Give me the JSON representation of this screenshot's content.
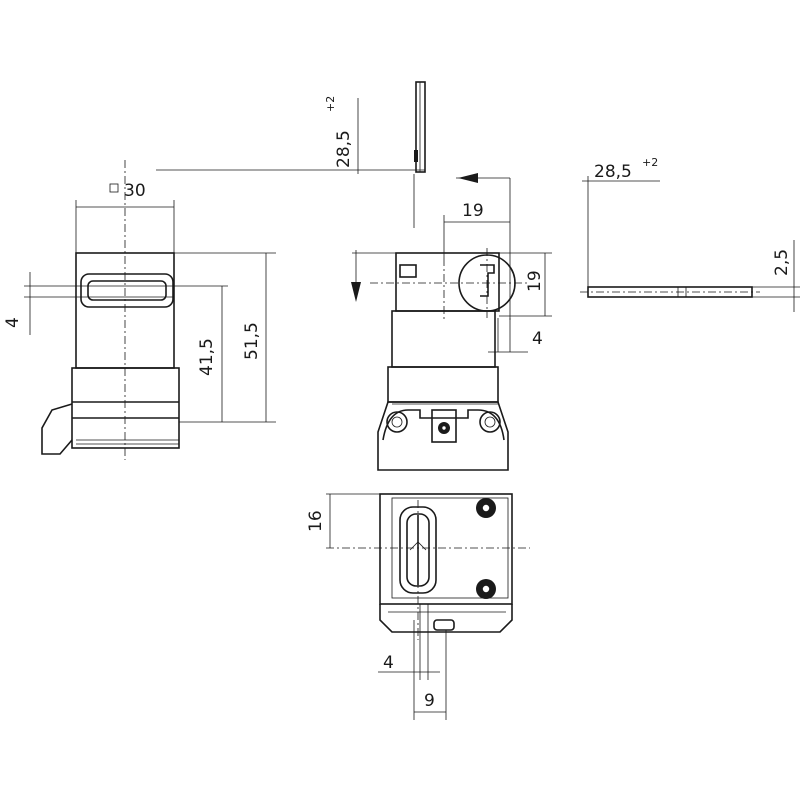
{
  "dimensions": {
    "square_30": "30",
    "height_41_5": "41,5",
    "height_51_5": "51,5",
    "width_4_left": "4",
    "top_28_5": "28,5",
    "top_28_5_tol": "+2",
    "mid_19_h": "19",
    "mid_19_v": "19",
    "mid_4": "4",
    "right_28_5": "28,5",
    "right_28_5_tol": "+2",
    "right_2_5": "2,5",
    "bottom_16": "16",
    "bottom_4": "4",
    "bottom_9": "9"
  },
  "colors": {
    "line": "#1a1a1a",
    "background": "#ffffff"
  }
}
